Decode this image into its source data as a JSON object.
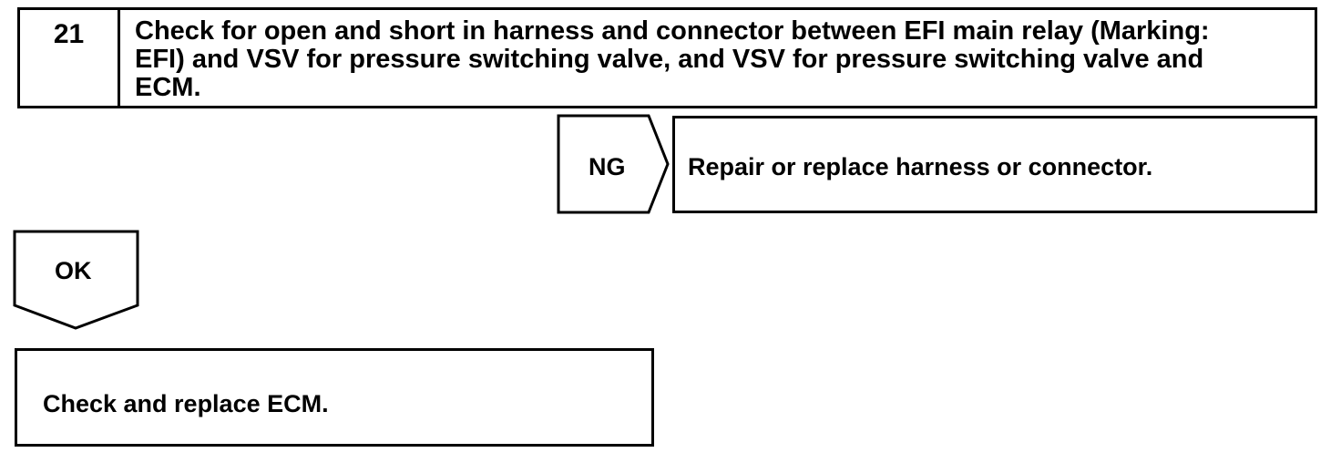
{
  "step": {
    "number": "21",
    "text": "Check for open and short in harness and connector between EFI main relay (Marking: EFI) and VSV for pressure switching valve, and VSV for pressure switching valve and ECM."
  },
  "ng": {
    "label": "NG",
    "result": "Repair or replace harness or connector."
  },
  "ok": {
    "label": "OK"
  },
  "final": {
    "text": "Check and replace ECM."
  }
}
